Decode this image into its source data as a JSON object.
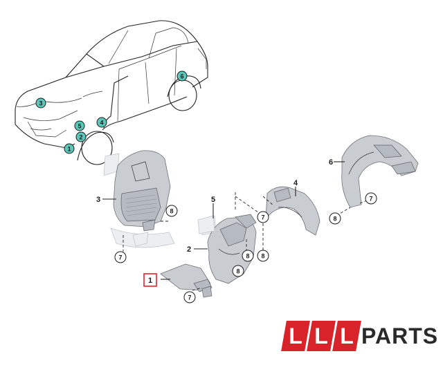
{
  "car_callouts": [
    "1",
    "2",
    "3",
    "4",
    "5",
    "6"
  ],
  "part_labels": {
    "p1": "1",
    "p2": "2",
    "p3": "3",
    "p4": "4",
    "p5": "5",
    "p6": "6"
  },
  "screw_labels": {
    "s7": "7",
    "s8": "8"
  },
  "logo": {
    "letter": "L",
    "word": "PARTS"
  },
  "colors": {
    "callout_fill": "#5cc6b8",
    "highlight": "#e0242b",
    "logo_red": "#d8232a"
  }
}
